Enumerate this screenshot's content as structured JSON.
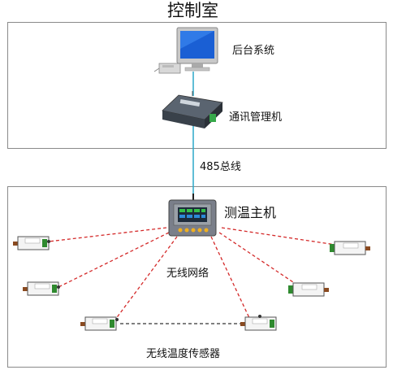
{
  "title": "控制室",
  "nodes": {
    "backend": {
      "label": "后台系统",
      "icon": "computer-icon"
    },
    "gateway": {
      "label": "通讯管理机",
      "icon": "communication-gateway-icon"
    },
    "bus": {
      "label": "485总线"
    },
    "host": {
      "label": "测温主机",
      "icon": "temperature-host-icon"
    },
    "network": {
      "label": "无线网络"
    },
    "sensors": {
      "label": "无线温度传感器",
      "icon": "wireless-sensor-icon",
      "count": 6
    }
  },
  "colors": {
    "border": "#8a8a8a",
    "bus_line": "#2aa8c8",
    "wireless_link": "#d42a2a",
    "sensor_link": "#333333",
    "sensor_green": "#2f8a2f",
    "host_panel": "#7a7f8a"
  }
}
